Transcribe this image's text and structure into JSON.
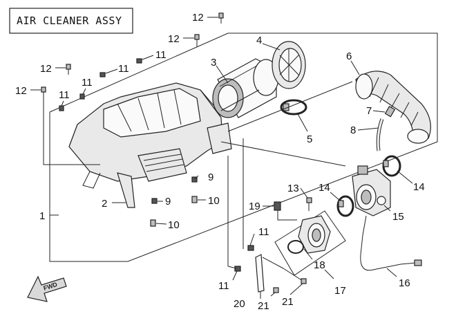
{
  "title": "AIR CLEANER ASSY",
  "fwd_label": "FWD",
  "callouts": [
    {
      "id": "c12a",
      "text": "12"
    },
    {
      "id": "c12b",
      "text": "12"
    },
    {
      "id": "c12c",
      "text": "12"
    },
    {
      "id": "c12d",
      "text": "12"
    },
    {
      "id": "c11a",
      "text": "11"
    },
    {
      "id": "c11b",
      "text": "11"
    },
    {
      "id": "c11c",
      "text": "11"
    },
    {
      "id": "c11d",
      "text": "11"
    },
    {
      "id": "c11e",
      "text": "11"
    },
    {
      "id": "c11f",
      "text": "11"
    },
    {
      "id": "c3",
      "text": "3"
    },
    {
      "id": "c4",
      "text": "4"
    },
    {
      "id": "c5",
      "text": "5"
    },
    {
      "id": "c6",
      "text": "6"
    },
    {
      "id": "c7",
      "text": "7"
    },
    {
      "id": "c8",
      "text": "8"
    },
    {
      "id": "c9a",
      "text": "9"
    },
    {
      "id": "c9b",
      "text": "9"
    },
    {
      "id": "c10a",
      "text": "10"
    },
    {
      "id": "c10b",
      "text": "10"
    },
    {
      "id": "c1",
      "text": "1"
    },
    {
      "id": "c2",
      "text": "2"
    },
    {
      "id": "c13",
      "text": "13"
    },
    {
      "id": "c14a",
      "text": "14"
    },
    {
      "id": "c14b",
      "text": "14"
    },
    {
      "id": "c15",
      "text": "15"
    },
    {
      "id": "c16",
      "text": "16"
    },
    {
      "id": "c17",
      "text": "17"
    },
    {
      "id": "c18",
      "text": "18"
    },
    {
      "id": "c19",
      "text": "19"
    },
    {
      "id": "c20",
      "text": "20"
    },
    {
      "id": "c21a",
      "text": "21"
    },
    {
      "id": "c21b",
      "text": "21"
    }
  ]
}
